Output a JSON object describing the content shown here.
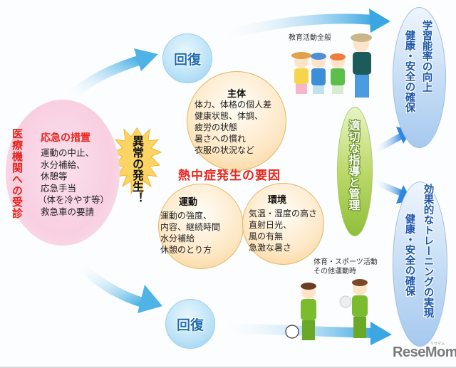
{
  "diagram": {
    "medical": {
      "label": "医療機関への受診",
      "color": "#e8241c"
    },
    "first_aid": {
      "title": "応急の措置",
      "items": [
        "運動の中止、",
        "水分補給、",
        "休憩等",
        "応急手当",
        "（体を冷やす等）",
        "救急車の要請"
      ]
    },
    "anomaly": {
      "label": "異常の発生！"
    },
    "recovery": {
      "top_label": "回復",
      "bottom_label": "回復"
    },
    "causes_title": "熱中症発生の要因",
    "factors": {
      "subject": {
        "title": "主体",
        "items": [
          "体力、体格の個人差",
          "健康状態、体調、",
          "疲労の状態",
          "暑さへの慣れ",
          "衣服の状況など"
        ]
      },
      "exercise": {
        "title": "運動",
        "items": [
          "運動の強度、",
          "内容、継続時間",
          "水分補給",
          "休憩のとり方"
        ]
      },
      "environment": {
        "title": "環境",
        "items": [
          "気温・湿度の高さ",
          "直射日光、",
          "風の有無",
          "急激な暑さ"
        ]
      }
    },
    "guidance": {
      "label": "適切な指導と管理"
    },
    "outcome_top": {
      "line1": "学習能率の向上",
      "line2": "健康・安全の確保"
    },
    "outcome_bottom": {
      "line1": "効果的なトレーニングの実現",
      "line2": "健康・安全の確保"
    },
    "captions": {
      "education": "教育活動全般",
      "sport_line1": "体育・スポーツ活動",
      "sport_line2": "その他運動時"
    },
    "colors": {
      "red_accent": "#e8241c",
      "arrow_blue": "#4fb3e6",
      "recovery_text": "#1f6fb3",
      "outcome_text": "#1e56a8",
      "guidance_green": "#9cc84a"
    }
  },
  "watermark": {
    "logo": "ReseMom",
    "ruby": "リセマム"
  }
}
